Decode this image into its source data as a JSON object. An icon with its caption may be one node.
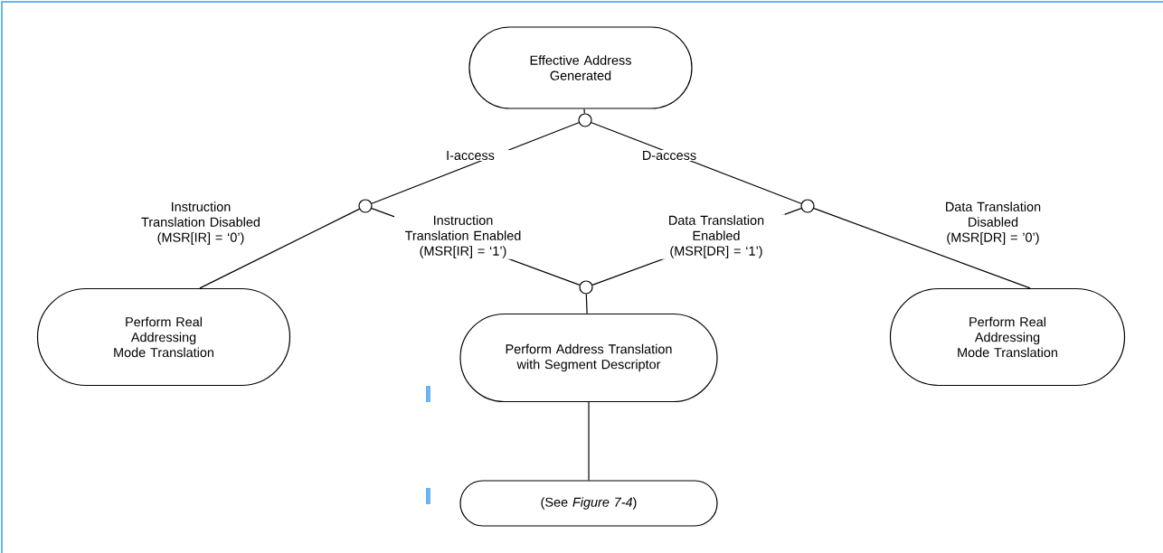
{
  "diagram": {
    "nodes": [
      {
        "text": [
          "Effective Address Generated"
        ]
      },
      {
        "text": [],
        "shape": "circle"
      },
      {
        "text": [],
        "shape": "circle"
      },
      {
        "text": [],
        "shape": "circle"
      },
      {
        "text": [
          "Perform Real Addressing Mode Translation"
        ]
      },
      {
        "text": [],
        "shape": "circle"
      },
      {
        "text": [
          "Perform Address Translation with Segment Descriptor"
        ]
      },
      {
        "text": [
          "Perform Real Addressing Mode Translation"
        ]
      },
      {
        "text": [
          "(See *Figure 7-4*)"
        ]
      }
    ],
    "edges": [
      {
        "from": 0,
        "to": 1,
        "arrow": "none"
      },
      {
        "from": 1,
        "to": 2,
        "arrow": "none",
        "label": "I-access"
      },
      {
        "from": 1,
        "to": 3,
        "arrow": "none",
        "label": "D-access"
      },
      {
        "from": 2,
        "to": 4,
        "arrow": "none",
        "label": "Instruction Translation Disabled (MSR[IR] = ‘0’)"
      },
      {
        "from": 2,
        "to": 5,
        "arrow": "none",
        "label": "Instruction Translation Enabled (MSR[IR] = ‘1’)"
      },
      {
        "from": 3,
        "to": 5,
        "arrow": "none",
        "label": "Data Translation Enabled (MSR[DR] = ‘1’)"
      },
      {
        "from": 3,
        "to": 7,
        "arrow": "none",
        "label": "Data Translation Disabled (MSR[DR] = ’0’)"
      },
      {
        "from": 5,
        "to": 6,
        "arrow": "none"
      },
      {
        "from": 6,
        "to": 8,
        "arrow": "none"
      }
    ]
  }
}
